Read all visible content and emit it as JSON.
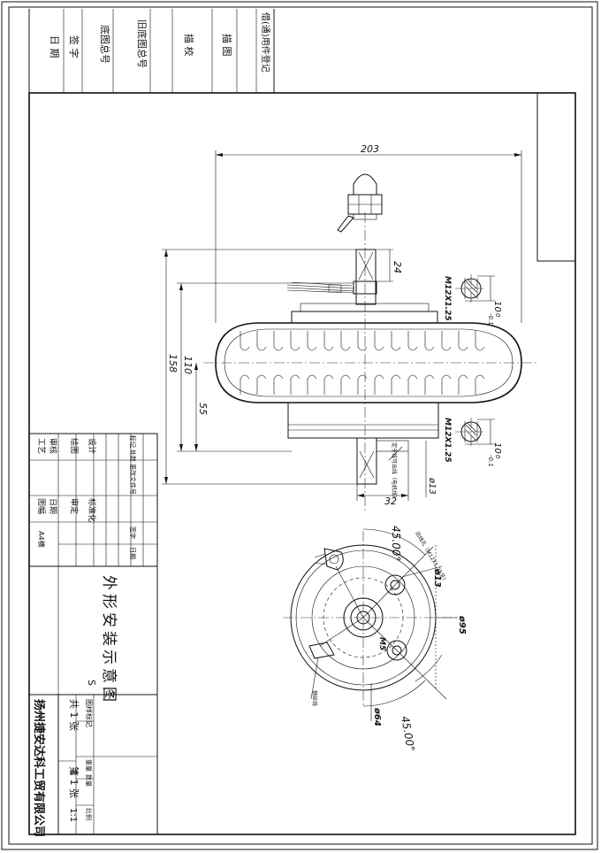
{
  "top_block": {
    "col1": "日 期",
    "col2": "签 字",
    "col3": "底图总号",
    "col4": "旧底图总号",
    "col5": "描 校",
    "col6": "描 图",
    "col7": "借(通)用件登记"
  },
  "dimensions": {
    "overall_width": "203",
    "height_158": "158",
    "height_110": "110",
    "height_55": "55",
    "axle_24": "24",
    "axle_32": "32",
    "dia_13_side": "ø13",
    "thread_top": "M12X1.25",
    "thread_bottom": "M12X1.25",
    "flat_top": "10",
    "flat_top_tol_upper": "0",
    "flat_top_tol_lower": "-0.1",
    "flat_bottom": "10",
    "flat_bottom_tol_upper": "0",
    "flat_bottom_tol_lower": "-0.1",
    "side_note": "定子线可出线（电机线）",
    "angle_top": "45.00°",
    "angle_bottom": "45.00°",
    "dia_13_front": "ø13",
    "dia_95": "ø95",
    "dia_64": "ø64",
    "m5": "M5",
    "front_note_top": "出线孔（M12X1.25牙）",
    "front_note_bottom": "钢丝线"
  },
  "title_block": {
    "revision_headers": [
      "标记",
      "处数",
      "更改文件号",
      "签字",
      "日期"
    ],
    "role_sheji": "设计",
    "role_huitu": "绘图",
    "role_shenjiao": "审核",
    "role_gongyi": "工艺",
    "role_biaozhunhua": "标准化",
    "role_shending": "审定",
    "role_riqi": "日期",
    "role_tufu": "图幅",
    "format_a4": "A4横",
    "drawing_title": "外形安装示意图",
    "stage_label": "图样标记",
    "stage_value": "S",
    "weight_label": "重量",
    "qty_label": "数量",
    "qty_value": "1",
    "scale_label": "比例",
    "scale_value": "1:1",
    "sheets_total": "共 1 张",
    "sheet_no": "第 1 张",
    "company": "扬州捷安达科工贸有限公司"
  }
}
